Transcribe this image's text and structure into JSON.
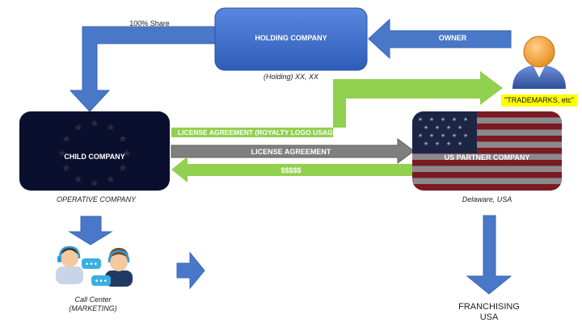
{
  "nodes": {
    "holding": {
      "label": "HOLDING COMPANY",
      "caption": "(Holding) XX, XX"
    },
    "child": {
      "label": "CHILD COMPANY",
      "caption": "OPERATIVE COMPANY"
    },
    "partner": {
      "label": "US PARTNER COMPANY",
      "caption": "Delaware, USA"
    },
    "owner": {
      "label": "OWNER"
    },
    "trademarks": {
      "label": "\"TRADEMARKS, etc\""
    },
    "callcenter": {
      "line1": "Call Center",
      "line2": "(MARKETING)"
    },
    "franchising": {
      "line1": "FRANCHISING",
      "line2": "USA"
    }
  },
  "edges": {
    "share": "100% Share",
    "royalty": "LICENSE AGREEMENT (ROYALTY LOGO USAGE)",
    "license": "LICENSE AGREEMENT",
    "payment": "$$$$$"
  },
  "colors": {
    "blue": "#4a78c8",
    "green": "#92d050",
    "gray": "#7f7f7f",
    "navy": "#0b0f2e",
    "holding_fill": "#3f6fcf",
    "highlight": "#ffff00"
  }
}
